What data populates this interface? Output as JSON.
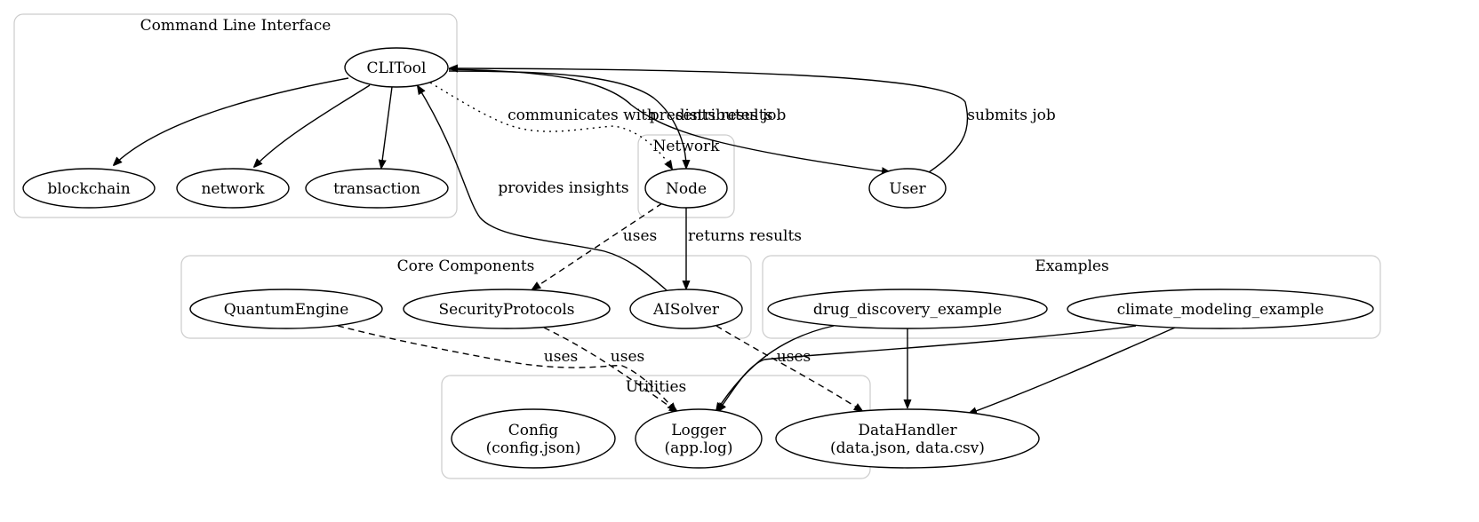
{
  "clusters": [
    {
      "id": "cli",
      "label": "Command Line Interface"
    },
    {
      "id": "network",
      "label": "Network"
    },
    {
      "id": "core",
      "label": "Core Components"
    },
    {
      "id": "examples",
      "label": "Examples"
    },
    {
      "id": "utilities",
      "label": "Utilities"
    }
  ],
  "nodes": [
    {
      "id": "cli_tool",
      "lines": [
        "CLITool"
      ]
    },
    {
      "id": "blockchain",
      "lines": [
        "blockchain"
      ]
    },
    {
      "id": "network_cmd",
      "lines": [
        "network"
      ]
    },
    {
      "id": "transaction",
      "lines": [
        "transaction"
      ]
    },
    {
      "id": "node",
      "lines": [
        "Node"
      ]
    },
    {
      "id": "user",
      "lines": [
        "User"
      ]
    },
    {
      "id": "quantum_engine",
      "lines": [
        "QuantumEngine"
      ]
    },
    {
      "id": "security_protocols",
      "lines": [
        "SecurityProtocols"
      ]
    },
    {
      "id": "ai_solver",
      "lines": [
        "AISolver"
      ]
    },
    {
      "id": "drug_discovery",
      "lines": [
        "drug_discovery_example"
      ]
    },
    {
      "id": "climate_modeling",
      "lines": [
        "climate_modeling_example"
      ]
    },
    {
      "id": "config",
      "lines": [
        "Config",
        "(config.json)"
      ]
    },
    {
      "id": "logger",
      "lines": [
        "Logger",
        "(app.log)"
      ]
    },
    {
      "id": "data_handler",
      "lines": [
        "DataHandler",
        "(data.json, data.csv)"
      ]
    }
  ],
  "edges": [
    {
      "id": "cli_to_blockchain",
      "from": "cli_tool",
      "to": "blockchain",
      "label": "",
      "style": "solid"
    },
    {
      "id": "cli_to_network",
      "from": "cli_tool",
      "to": "network_cmd",
      "label": "",
      "style": "solid"
    },
    {
      "id": "cli_to_transaction",
      "from": "cli_tool",
      "to": "transaction",
      "label": "",
      "style": "solid"
    },
    {
      "id": "cli_to_node_comm",
      "from": "cli_tool",
      "to": "node",
      "label": "communicates with",
      "style": "dotted"
    },
    {
      "id": "cli_to_node_dist",
      "from": "cli_tool",
      "to": "node",
      "label": "distributes job",
      "style": "solid"
    },
    {
      "id": "cli_to_user",
      "from": "cli_tool",
      "to": "user",
      "label": "presents results",
      "style": "solid"
    },
    {
      "id": "user_to_cli",
      "from": "user",
      "to": "cli_tool",
      "label": "submits job",
      "style": "solid"
    },
    {
      "id": "ai_to_cli",
      "from": "ai_solver",
      "to": "cli_tool",
      "label": "provides insights",
      "style": "solid"
    },
    {
      "id": "node_to_security",
      "from": "node",
      "to": "security_protocols",
      "label": "uses",
      "style": "dashed"
    },
    {
      "id": "node_to_ai",
      "from": "node",
      "to": "ai_solver",
      "label": "returns results",
      "style": "solid"
    },
    {
      "id": "quantum_to_logger",
      "from": "quantum_engine",
      "to": "logger",
      "label": "uses",
      "style": "dashed"
    },
    {
      "id": "security_to_logger",
      "from": "security_protocols",
      "to": "logger",
      "label": "uses",
      "style": "dashed"
    },
    {
      "id": "ai_to_datahandler",
      "from": "ai_solver",
      "to": "data_handler",
      "label": "uses",
      "style": "dashed"
    },
    {
      "id": "drug_to_logger",
      "from": "drug_discovery",
      "to": "logger",
      "label": "",
      "style": "solid"
    },
    {
      "id": "drug_to_datahandler",
      "from": "drug_discovery",
      "to": "data_handler",
      "label": "",
      "style": "solid"
    },
    {
      "id": "climate_to_logger",
      "from": "climate_modeling",
      "to": "logger",
      "label": "",
      "style": "solid"
    },
    {
      "id": "climate_to_datahandler",
      "from": "climate_modeling",
      "to": "data_handler",
      "label": "",
      "style": "solid"
    }
  ]
}
